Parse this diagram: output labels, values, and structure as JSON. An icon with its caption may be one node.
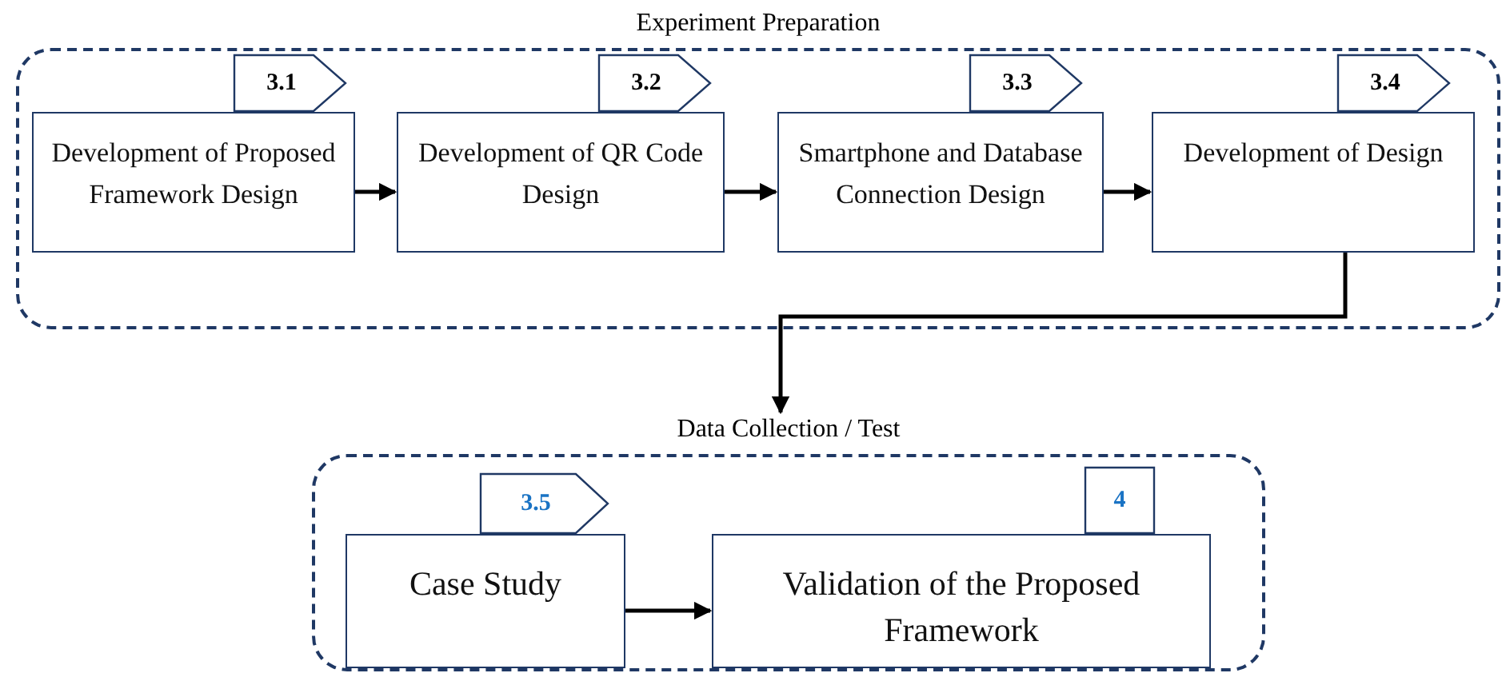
{
  "diagram": {
    "nodes": [
      {
        "text": [
          "Experiment Preparation"
        ]
      },
      {
        "text": [
          "3.1"
        ],
        "in": 0
      },
      {
        "text": [
          "Development of Proposed Framework Design"
        ],
        "in": 0
      },
      {
        "text": [
          "3.2"
        ],
        "in": 0
      },
      {
        "text": [
          "Development of QR Code Design"
        ],
        "in": 0
      },
      {
        "text": [
          "3.3"
        ],
        "in": 0
      },
      {
        "text": [
          "Smartphone and Database Connection Design"
        ],
        "in": 0
      },
      {
        "text": [
          "3.4"
        ],
        "in": 0
      },
      {
        "text": [
          "Development of Design"
        ],
        "in": 0
      },
      {
        "text": [
          "Data Collection / Test"
        ]
      },
      {
        "text": [
          "3.5"
        ],
        "in": 9
      },
      {
        "text": [
          "Case Study"
        ],
        "in": 9
      },
      {
        "text": [
          "4"
        ],
        "in": 9
      },
      {
        "text": [
          "Validation of the Proposed Framework"
        ],
        "in": 9
      }
    ],
    "edges": [
      {
        "from": 2,
        "to": 4,
        "arrow": "to"
      },
      {
        "from": 4,
        "to": 6,
        "arrow": "to"
      },
      {
        "from": 6,
        "to": 8,
        "arrow": "to"
      },
      {
        "from": 8,
        "to": 9,
        "arrow": "to"
      },
      {
        "from": 11,
        "to": 13,
        "arrow": "to"
      }
    ]
  }
}
